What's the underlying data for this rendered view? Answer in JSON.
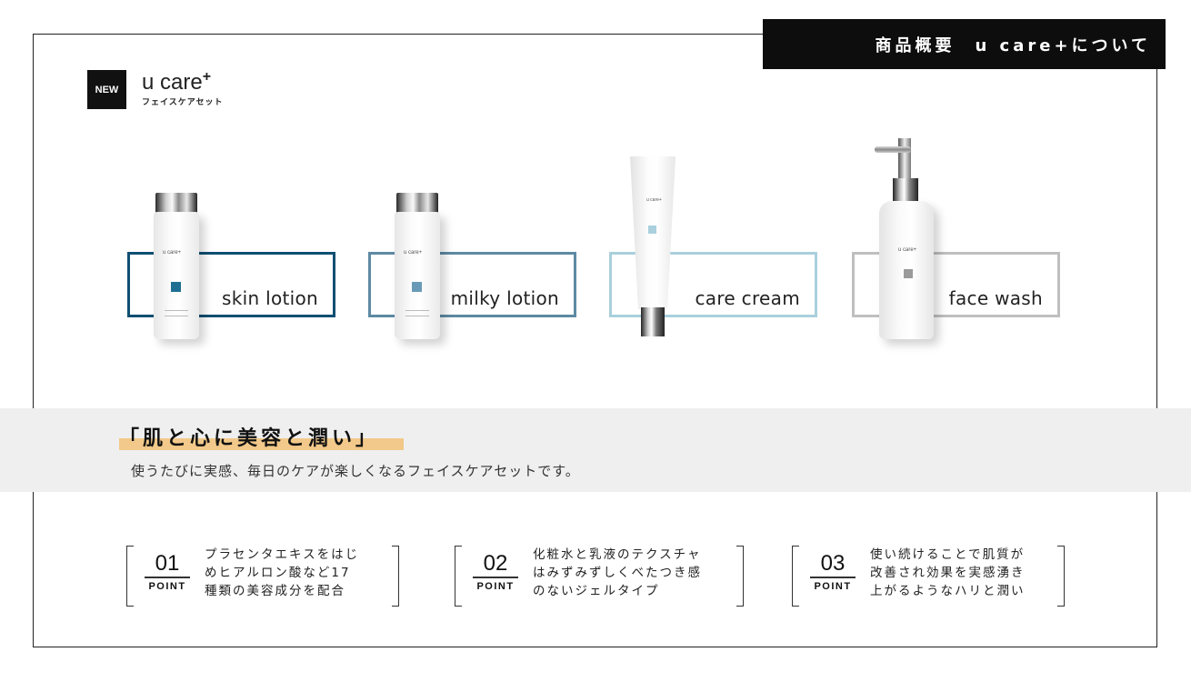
{
  "header": {
    "title": "商品概要　u care+について"
  },
  "brand": {
    "badge": "NEW",
    "logo_text": "u care",
    "logo_plus": "+",
    "logo_sub": "フェイスケアセット"
  },
  "products": [
    {
      "label": "skin lotion",
      "color": "#0f4f72",
      "item_color": "#1f6f93",
      "item_text": "u care+"
    },
    {
      "label": "milky lotion",
      "color": "#5e8aa3",
      "item_color": "#6a9bb6",
      "item_text": "u care+"
    },
    {
      "label": "care cream",
      "color": "#a9d0dc",
      "item_color": "#a9d0dc",
      "item_text": "u care+"
    },
    {
      "label": "face wash",
      "color": "#bfbfbf",
      "item_color": "#9a9a9a",
      "item_text": "u care+"
    }
  ],
  "tagline": {
    "headline": "「肌と心に美容と潤い」",
    "subline": "使うたびに実感、毎日のケアが楽しくなるフェイスケアセットです。",
    "highlight_color": "#f2c98a"
  },
  "points": [
    {
      "num": "01",
      "label": "POINT",
      "lines": [
        "プラセンタエキスをはじ",
        "めヒアルロン酸など17",
        "種類の美容成分を配合"
      ]
    },
    {
      "num": "02",
      "label": "POINT",
      "lines": [
        "化粧水と乳液のテクスチャ",
        "はみずみずしくべたつき感",
        "のないジェルタイプ"
      ]
    },
    {
      "num": "03",
      "label": "POINT",
      "lines": [
        "使い続けることで肌質が",
        "改善され効果を実感湧き",
        "上がるようなハリと潤い"
      ]
    }
  ]
}
